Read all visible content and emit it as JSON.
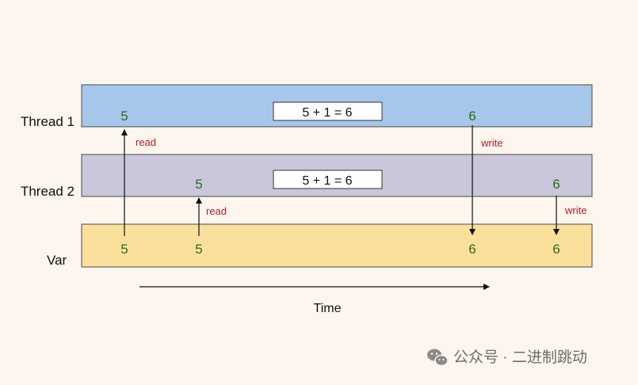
{
  "colors": {
    "background": "#fdf6ee",
    "thread1_fill": "#a7c7ea",
    "thread2_fill": "#c9c7d9",
    "var_fill": "#fbe09c",
    "value_text": "#2e6b1f",
    "annotation_text": "#b01a2a",
    "arrow": "#111111"
  },
  "rows": {
    "thread1": {
      "label": "Thread 1",
      "expression": "5 + 1 = 6",
      "read_value": "5",
      "write_value": "6"
    },
    "thread2": {
      "label": "Thread 2",
      "expression": "5 + 1 = 6",
      "read_value": "5",
      "write_value": "6"
    },
    "var": {
      "label": "Var",
      "values": [
        "5",
        "5",
        "6",
        "6"
      ]
    }
  },
  "annotations": {
    "t1_read": "read",
    "t2_read": "read",
    "t1_write": "write",
    "t2_write": "write"
  },
  "axis": {
    "label": "Time"
  },
  "watermark": {
    "icon": "wechat-icon",
    "text": "公众号 · 二进制跳动"
  }
}
